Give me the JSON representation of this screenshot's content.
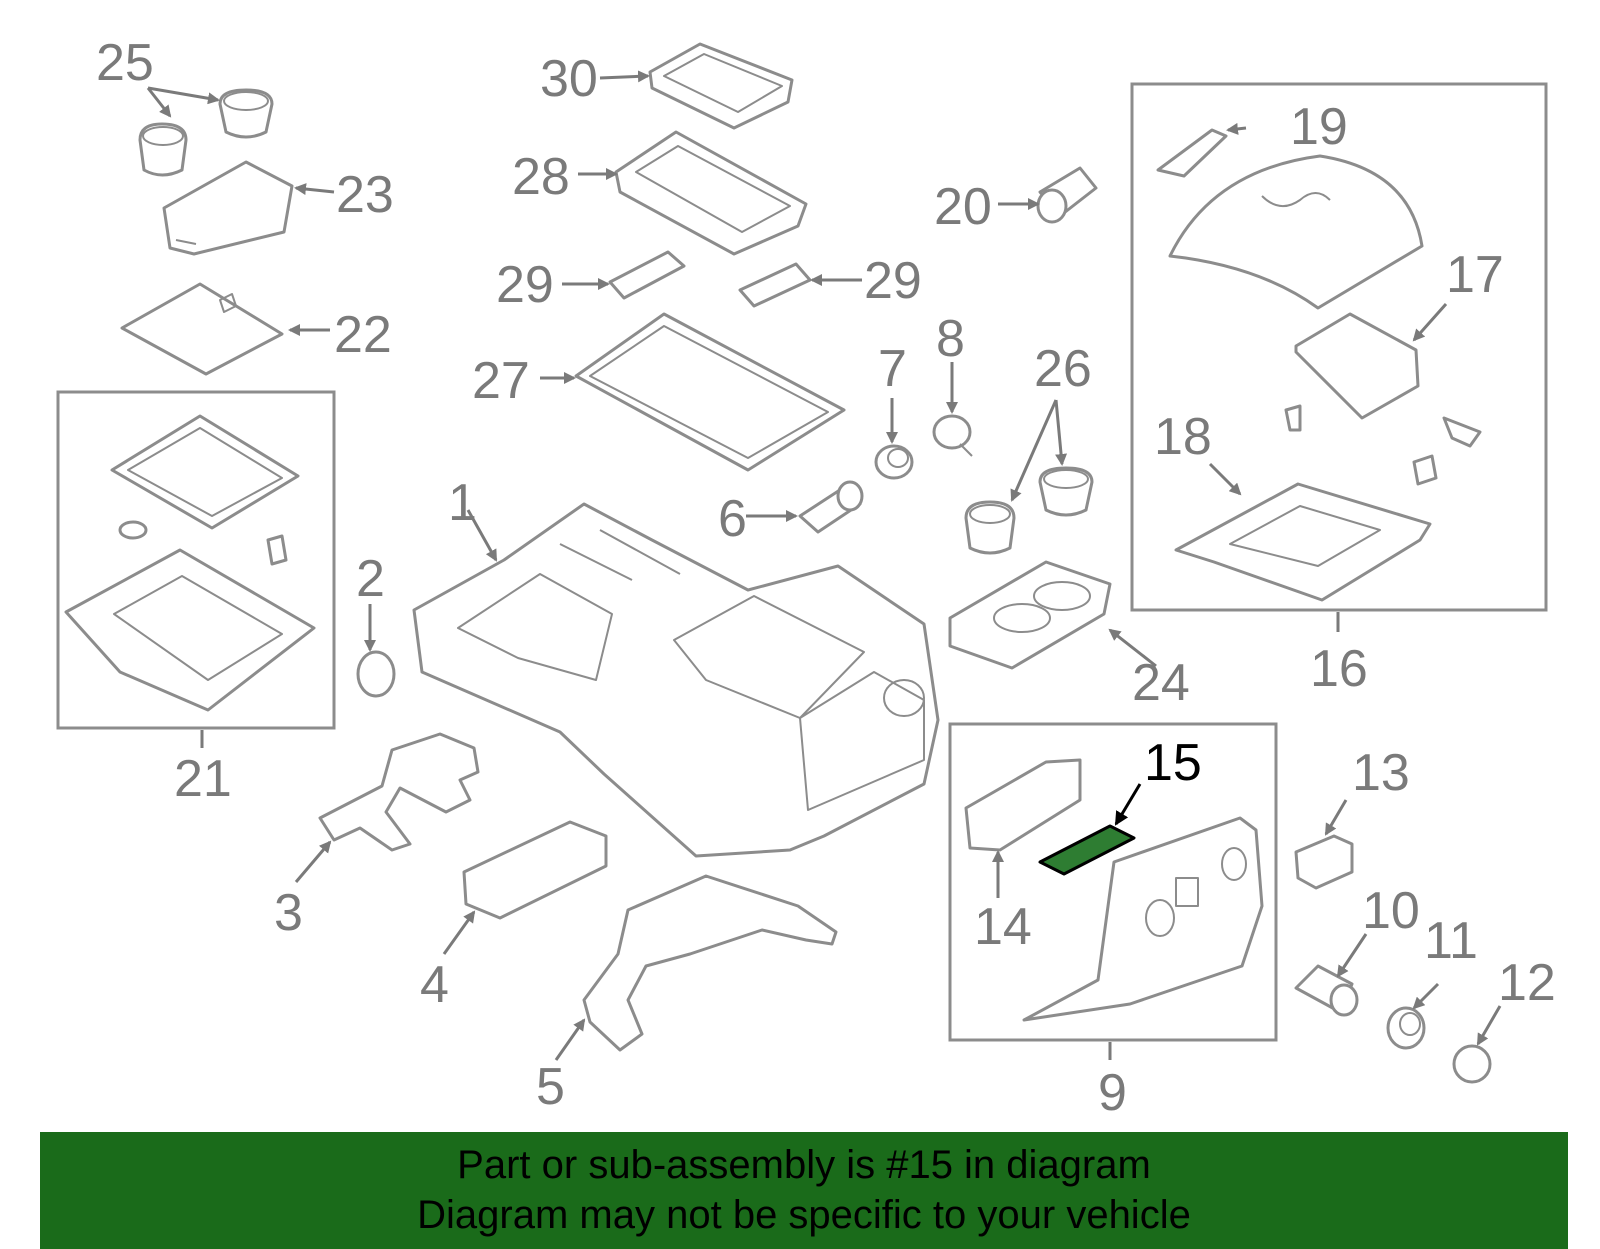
{
  "diagram": {
    "highlight_callout": "15",
    "highlight_color": "#2e7d32",
    "banner_color": "#1a6b1a",
    "callouts": [
      "1",
      "2",
      "3",
      "4",
      "5",
      "6",
      "7",
      "8",
      "9",
      "10",
      "11",
      "12",
      "13",
      "14",
      "15",
      "16",
      "17",
      "18",
      "19",
      "20",
      "21",
      "22",
      "23",
      "24",
      "25",
      "26",
      "27",
      "28",
      "29",
      "29",
      "30"
    ]
  },
  "banner": {
    "line1": "Part or sub-assembly is #15 in diagram",
    "line2": "Diagram may not be specific to your vehicle"
  }
}
